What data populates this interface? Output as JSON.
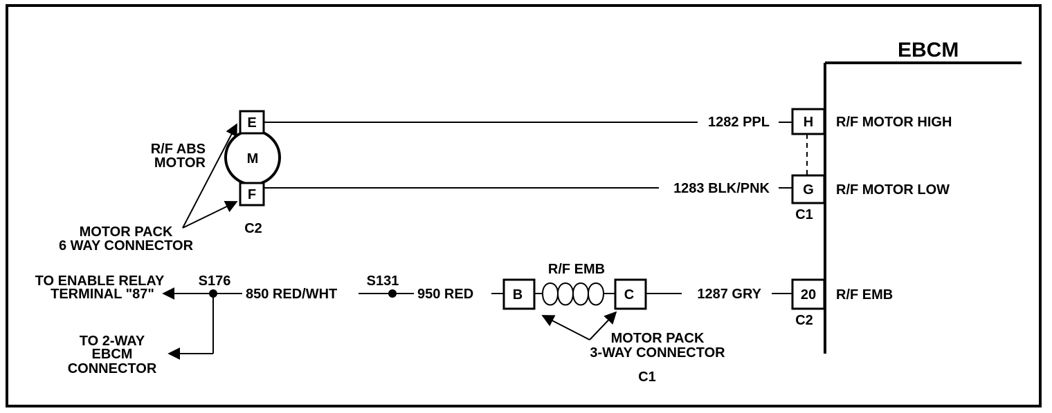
{
  "module": {
    "title": "EBCM"
  },
  "motor": {
    "symbol": "M",
    "name_line1": "R/F ABS",
    "name_line2": "MOTOR",
    "pin_top": "E",
    "pin_bottom": "F",
    "connector": "C2"
  },
  "motor_pack_6way": {
    "line1": "MOTOR PACK",
    "line2": "6 WAY CONNECTOR"
  },
  "wires": {
    "high": "1282 PPL",
    "low": "1283 BLK/PNK",
    "red_wht": "850 RED/WHT",
    "red": "950 RED",
    "gry": "1287 GRY"
  },
  "ebcm_pins": {
    "h": "H",
    "g": "G",
    "c1": "C1",
    "p20": "20",
    "c2": "C2",
    "h_label": "R/F MOTOR HIGH",
    "g_label": "R/F MOTOR LOW",
    "p20_label": "R/F EMB"
  },
  "splices": {
    "s176": "S176",
    "s131": "S131"
  },
  "enable_relay": {
    "line1": "TO ENABLE RELAY",
    "line2": "TERMINAL \"87\""
  },
  "two_way": {
    "line1": "TO 2-WAY",
    "line2": "EBCM",
    "line3": "CONNECTOR"
  },
  "emb": {
    "label": "R/F EMB",
    "pin_b": "B",
    "pin_c": "C",
    "connector": "C1"
  },
  "motor_pack_3way": {
    "line1": "MOTOR PACK",
    "line2": "3-WAY CONNECTOR"
  }
}
